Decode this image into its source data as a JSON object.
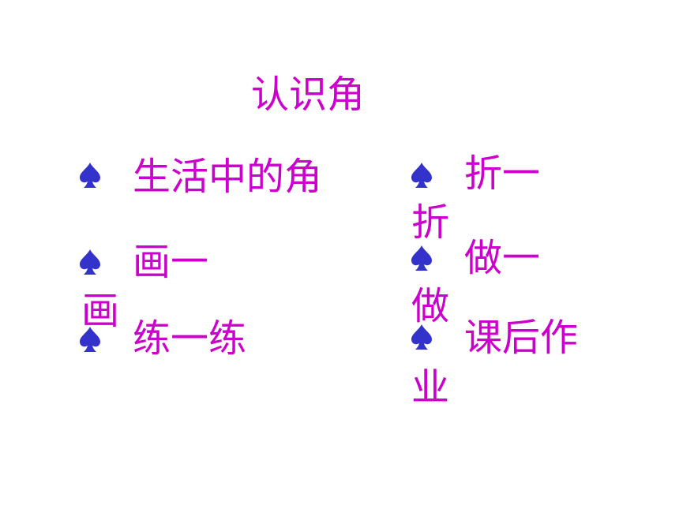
{
  "slide": {
    "title": "认识角",
    "bullet_icon": "spade-icon",
    "bullet_color": "#3333cc",
    "text_color": "#cc00cc",
    "left_items": [
      {
        "label": "生活中的角"
      },
      {
        "label": "画一",
        "wrap": "画"
      },
      {
        "label": "练一练"
      }
    ],
    "right_items": [
      {
        "label": "折一",
        "wrap": "折"
      },
      {
        "label": "做一",
        "wrap": "做"
      },
      {
        "label": "课后作",
        "wrap": "业"
      }
    ]
  }
}
